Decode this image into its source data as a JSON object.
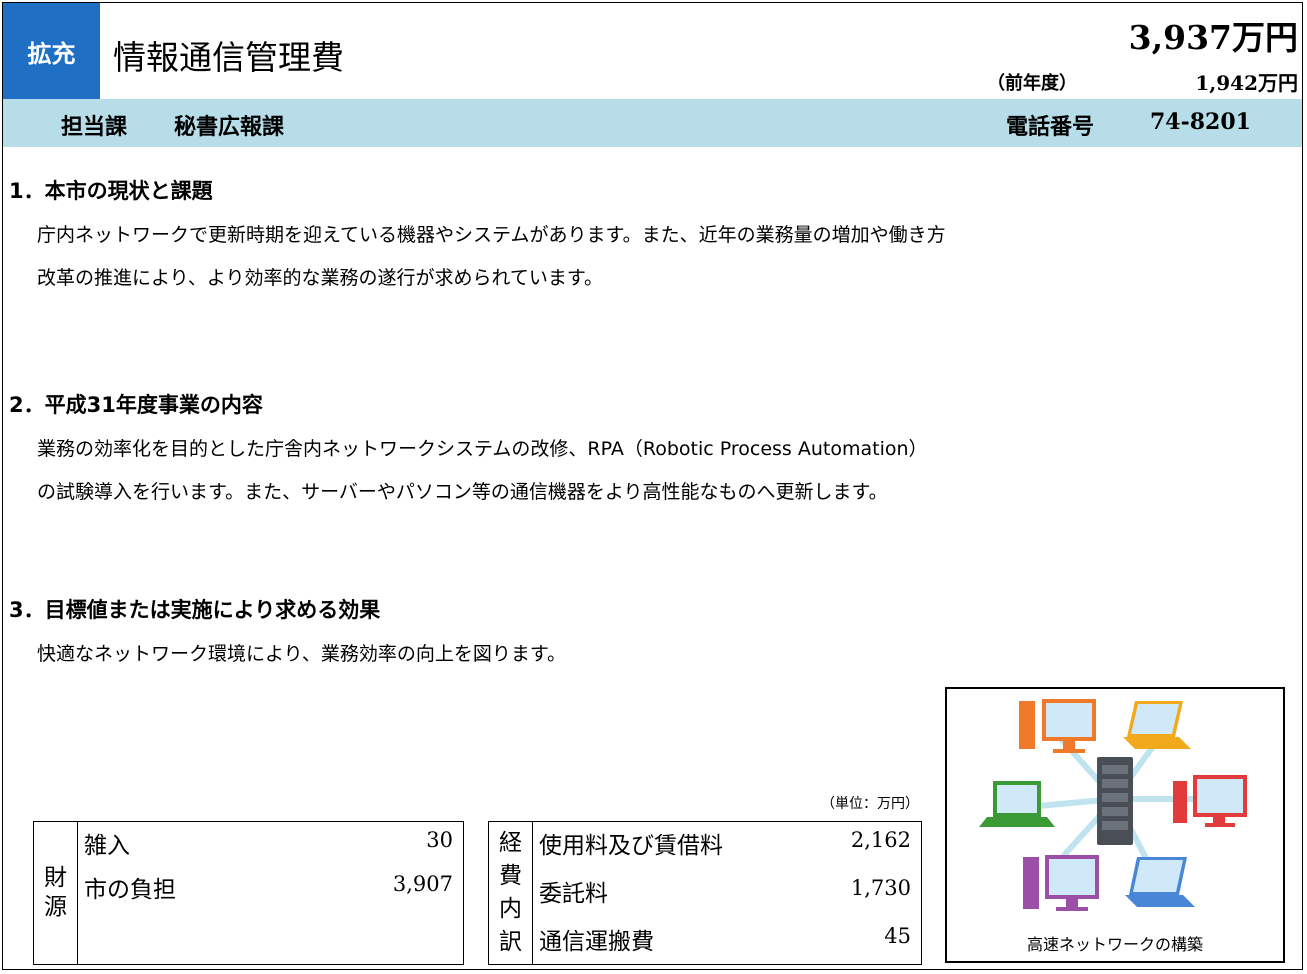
{
  "header": {
    "badge": "拡充",
    "title": "情報通信管理費",
    "amount": "3,937万円",
    "prev_label": "（前年度）",
    "prev_amount": "1,942万円"
  },
  "band": {
    "dept_label": "担当課",
    "dept": "秘書広報課",
    "phone_label": "電話番号",
    "phone": "74-8201"
  },
  "sections": [
    {
      "heading": "1．本市の現状と課題",
      "lines": [
        "庁内ネットワークで更新時期を迎えている機器やシステムがあります。また、近年の業務量の増加や働き方",
        "改革の推進により、より効率的な業務の遂行が求められています。"
      ]
    },
    {
      "heading": "2．平成31年度事業の内容",
      "lines": [
        "業務の効率化を目的とした庁舎内ネットワークシステムの改修、RPA（Robotic Process Automation）",
        "の試験導入を行います。また、サーバーやパソコン等の通信機器をより高性能なものへ更新します。"
      ]
    },
    {
      "heading": "3．目標値または実施により求める効果",
      "lines": [
        "快適なネットワーク環境により、業務効率の向上を図ります。"
      ]
    }
  ],
  "unit": "（単位：万円）",
  "funding": {
    "label_chars": [
      "財",
      "源"
    ],
    "rows": [
      {
        "label": "雑入",
        "value": "30"
      },
      {
        "label": "市の負担",
        "value": "3,907"
      }
    ]
  },
  "expense": {
    "label_chars": [
      "経",
      "費",
      "内",
      "訳"
    ],
    "rows": [
      {
        "label": "使用料及び賃借料",
        "value": "2,162"
      },
      {
        "label": "委託料",
        "value": "1,730"
      },
      {
        "label": "通信運搬費",
        "value": "45"
      }
    ]
  },
  "illustration": {
    "caption": "高速ネットワークの構築",
    "colors": {
      "server": "#4a4f57",
      "line": "#bfe3ef",
      "orange": "#f07a2a",
      "yellow": "#f2a91c",
      "red": "#e23b3b",
      "green": "#3a9b36",
      "purple": "#9b4fa6",
      "blue": "#4a86d8",
      "screen": "#cfe9f8"
    }
  }
}
